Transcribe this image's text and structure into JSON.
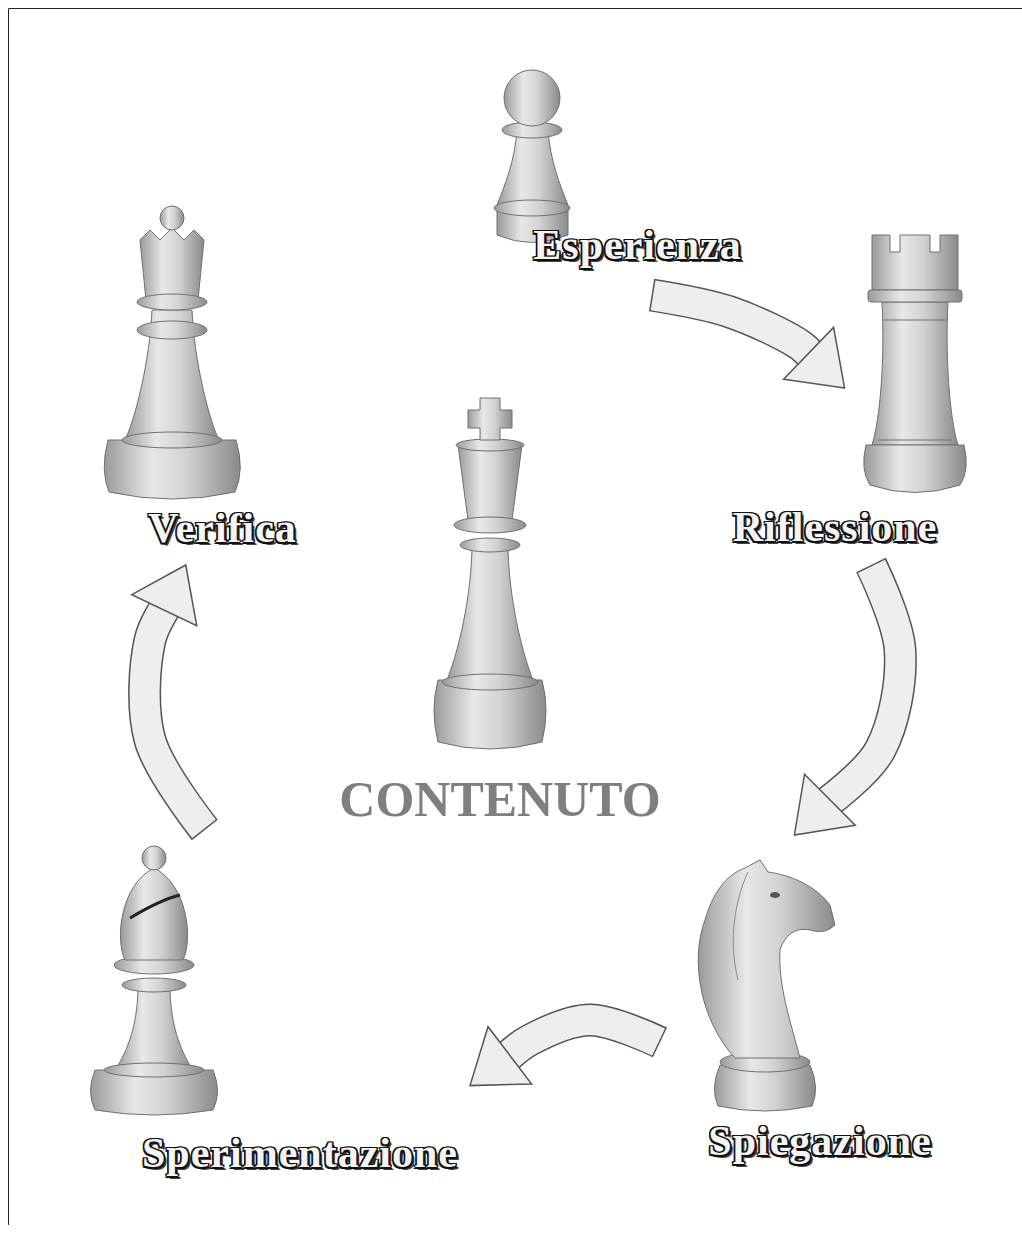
{
  "diagram": {
    "nodes": [
      {
        "text": [
          "Esperienza"
        ]
      },
      {
        "text": [
          "Riflessione"
        ]
      },
      {
        "text": [
          "Spiegazione"
        ]
      },
      {
        "text": [
          "Sperimentazione"
        ]
      },
      {
        "text": [
          "Verifica"
        ]
      },
      {
        "text": [
          "CONTENUTO"
        ]
      }
    ],
    "edges": [
      {
        "from": 0,
        "to": 1,
        "arrow": "to"
      },
      {
        "from": 1,
        "to": 2,
        "arrow": "to"
      },
      {
        "from": 2,
        "to": 3,
        "arrow": "to"
      },
      {
        "from": 3,
        "to": 4,
        "arrow": "to"
      }
    ]
  }
}
